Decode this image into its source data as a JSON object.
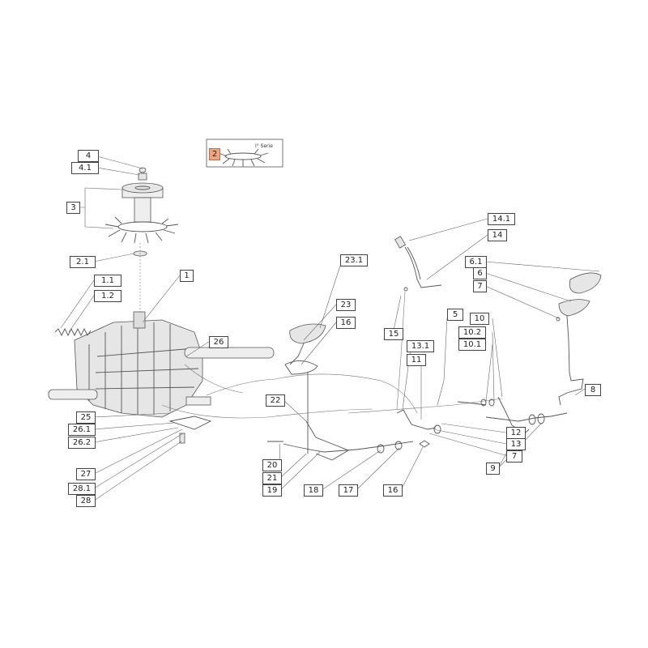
{
  "inset": {
    "label": "2",
    "note": "I° Serie"
  },
  "callouts": {
    "c4": "4",
    "c4_1": "4.1",
    "c3": "3",
    "c2_1": "2.1",
    "c1": "1",
    "c1_1": "1.1",
    "c1_2": "1.2",
    "c26": "26",
    "c25": "25",
    "c26_1": "26.1",
    "c26_2": "26.2",
    "c27": "27",
    "c28_1": "28.1",
    "c28": "28",
    "c23_1": "23.1",
    "c23": "23",
    "c16a": "16",
    "c22": "22",
    "c20": "20",
    "c21": "21",
    "c19": "19",
    "c18": "18",
    "c17": "17",
    "c16b": "16",
    "c14_1": "14.1",
    "c14": "14",
    "c15": "15",
    "c13_1": "13.1",
    "c11": "11",
    "c5": "5",
    "c12": "12",
    "c13": "13",
    "c7a": "7",
    "c6_1": "6.1",
    "c6": "6",
    "c7b": "7",
    "c10": "10",
    "c10_2": "10.2",
    "c10_1": "10.1",
    "c8": "8",
    "c9": "9"
  }
}
